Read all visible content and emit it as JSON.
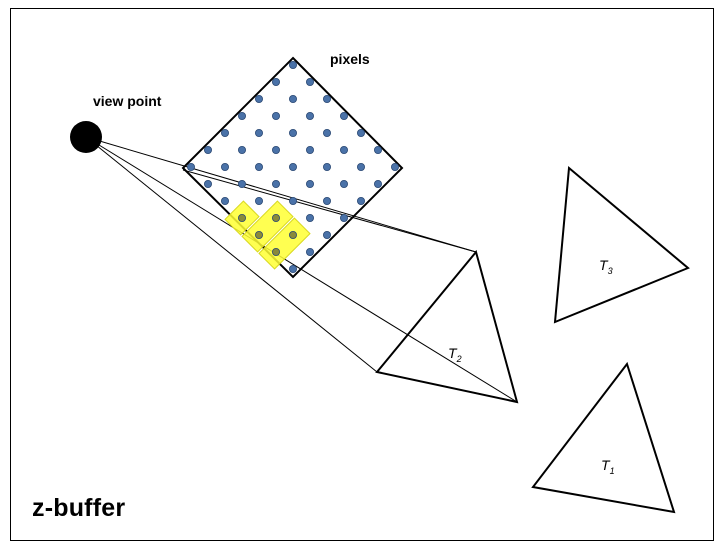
{
  "title": "z-buffer",
  "labels": {
    "pixels": "pixels",
    "view_point": "view point",
    "t1": {
      "base": "T",
      "sub": "1"
    },
    "t2": {
      "base": "T",
      "sub": "2"
    },
    "t3": {
      "base": "T",
      "sub": "3"
    }
  },
  "colors": {
    "pixel_dot": "#4a72a8",
    "highlight": "#ffff33",
    "stroke": "#000000"
  },
  "pixel_grid": {
    "size": 7,
    "highlighted": [
      [
        3,
        6
      ],
      [
        4,
        6
      ],
      [
        5,
        6
      ],
      [
        4,
        5
      ],
      [
        5,
        5
      ]
    ]
  }
}
